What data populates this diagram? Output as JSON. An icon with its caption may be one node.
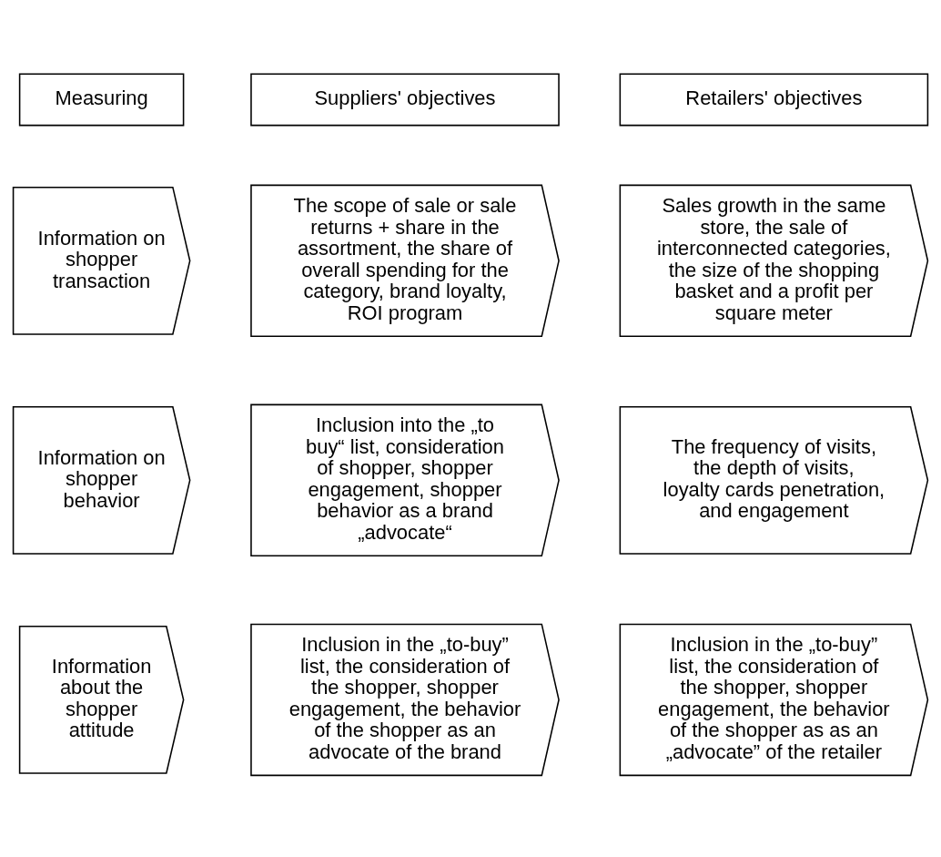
{
  "diagram": {
    "nodes": [
      {
        "text": [
          "Measuring"
        ]
      },
      {
        "text": [
          "Suppliers' objectives"
        ]
      },
      {
        "text": [
          "Retailers' objectives"
        ]
      },
      {
        "text": [
          "Information on shopper transaction"
        ]
      },
      {
        "text": [
          "The scope of sale or sale returns + share in the assortment, the share of overall spending for the category, brand loyalty, ROI program"
        ]
      },
      {
        "text": [
          "Sales growth in the same store, the sale of interconnected categories, the size of the shopping basket and a profit per square meter"
        ]
      },
      {
        "text": [
          "Information on shopper behavior"
        ]
      },
      {
        "text": [
          "Inclusion into the „to buy“ list, consideration of shopper, shopper engagement, shopper behavior as a brand „advocate“"
        ]
      },
      {
        "text": [
          "The frequency of visits, the depth of visits, loyalty cards penetration, and engagement"
        ]
      },
      {
        "text": [
          "Information about the shopper attitude"
        ]
      },
      {
        "text": [
          "Inclusion in the „to-buy” list, the consideration of the shopper, shopper engagement, the behavior of the shopper as an advocate of the brand"
        ]
      },
      {
        "text": [
          "Inclusion in the „to-buy” list, the consideration of the shopper, shopper engagement, the behavior of the shopper as as an „advocate” of the retailer"
        ]
      }
    ],
    "edges": []
  }
}
